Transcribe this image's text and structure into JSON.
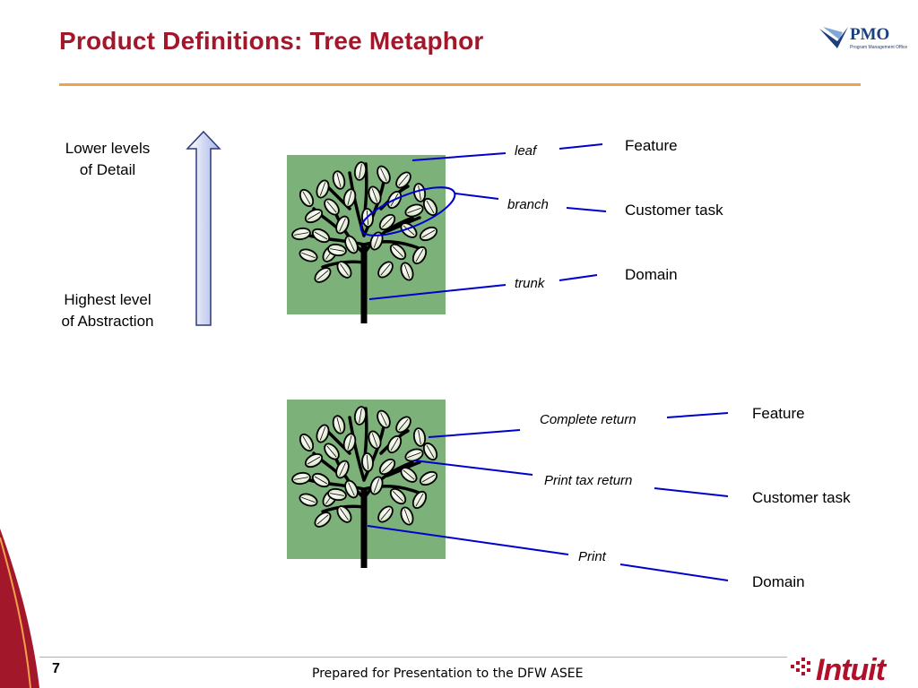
{
  "slide": {
    "title": "Product Definitions: Tree Metaphor",
    "page_number": "7",
    "footer": "Prepared for Presentation to the DFW ASEE"
  },
  "logos": {
    "pmo": {
      "name": "PMO",
      "subtitle": "Program Management Office"
    },
    "brand": "Intuit"
  },
  "levels": {
    "top": [
      "Lower levels",
      "of Detail"
    ],
    "bottom": [
      "Highest level",
      "of Abstraction"
    ]
  },
  "tree_generic": {
    "parts": {
      "leaf": "leaf",
      "branch": "branch",
      "trunk": "trunk"
    },
    "concepts": {
      "feature": "Feature",
      "task": "Customer task",
      "domain": "Domain"
    }
  },
  "tree_example": {
    "parts": {
      "leaf": "Complete return",
      "branch": "Print tax return",
      "trunk": "Print"
    },
    "concepts": {
      "feature": "Feature",
      "task": "Customer task",
      "domain": "Domain"
    }
  },
  "colors": {
    "title": "#a3172b",
    "rule": "#f0a14a",
    "tree_bg": "#7cb27a",
    "connector": "#0000cc"
  }
}
